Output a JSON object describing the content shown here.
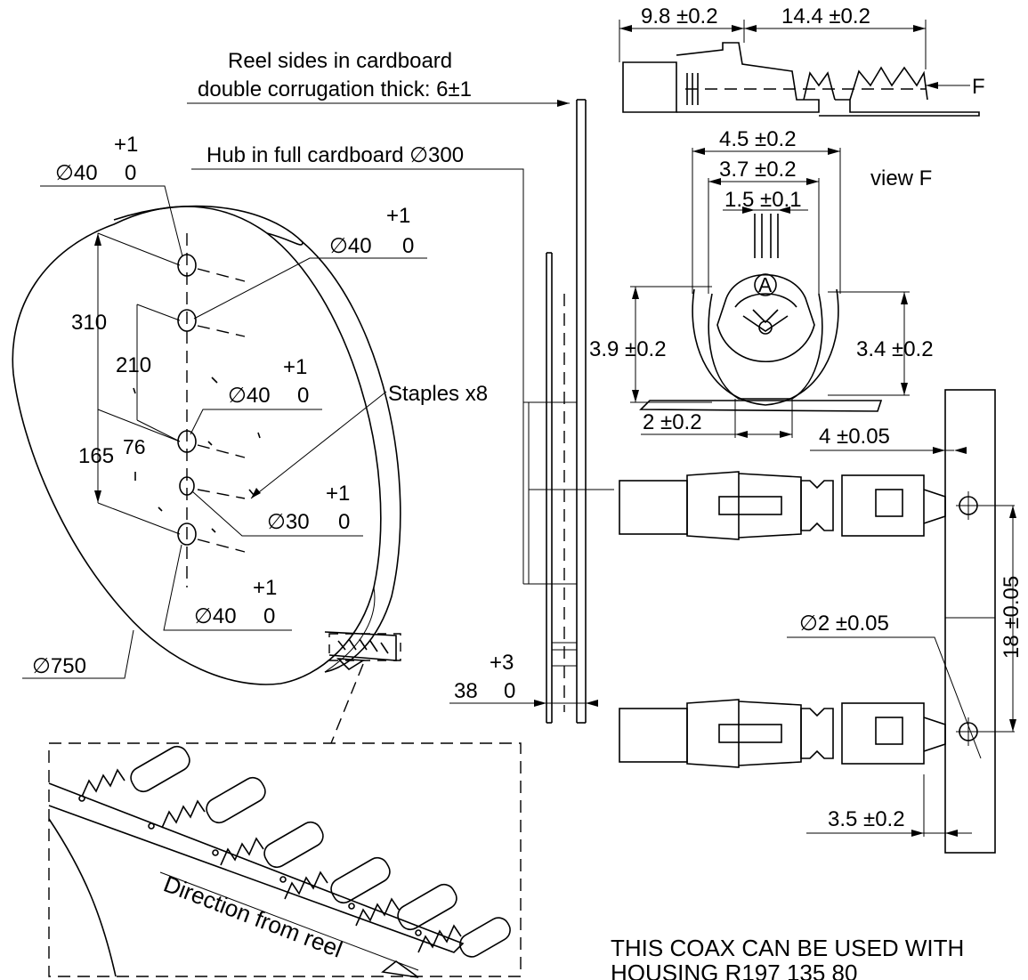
{
  "reel": {
    "sides_line1": "Reel sides in cardboard",
    "sides_line2": "double corrugation thick: 6±1",
    "hub": "Hub in full cardboard ∅300",
    "staples": "Staples x8",
    "reel_diameter": "∅750",
    "dim_310": "310",
    "dim_210": "210",
    "dim_165": "165",
    "dim_76": "76",
    "hole_top": {
      "tol": "+1",
      "dia": "∅40",
      "zero": "0"
    },
    "hole_2": {
      "tol": "+1",
      "dia": "∅40",
      "zero": "0"
    },
    "hole_3": {
      "tol": "+1",
      "dia": "∅40",
      "zero": "0"
    },
    "hole_4": {
      "tol": "+1",
      "dia": "∅30",
      "zero": "0"
    },
    "hole_5": {
      "tol": "+1",
      "dia": "∅40",
      "zero": "0"
    },
    "width": {
      "tol": "+3",
      "value": "38",
      "zero": "0"
    }
  },
  "detail": {
    "direction": "Direction from reel"
  },
  "contact": {
    "dim_9_8": "9.8 ±0.2",
    "dim_14_4": "14.4 ±0.2",
    "view_letter": "F",
    "view_label": "view F",
    "dim_4_5": "4.5 ±0.2",
    "dim_3_7": "3.7 ±0.2",
    "dim_1_5": "1.5 ±0.1",
    "dim_3_9": "3.9 ±0.2",
    "dim_3_4": "3.4 ±0.2",
    "dim_2": "2 ±0.2",
    "mark": "A"
  },
  "strip": {
    "dim_4": "4 ±0.05",
    "dim_18": "18 ±0.05",
    "dim_hole": "∅2 ±0.05",
    "dim_3_5": "3.5 ±0.2"
  },
  "note": {
    "line1": "THIS COAX CAN BE USED WITH",
    "line2": "HOUSING R197 135   80"
  }
}
